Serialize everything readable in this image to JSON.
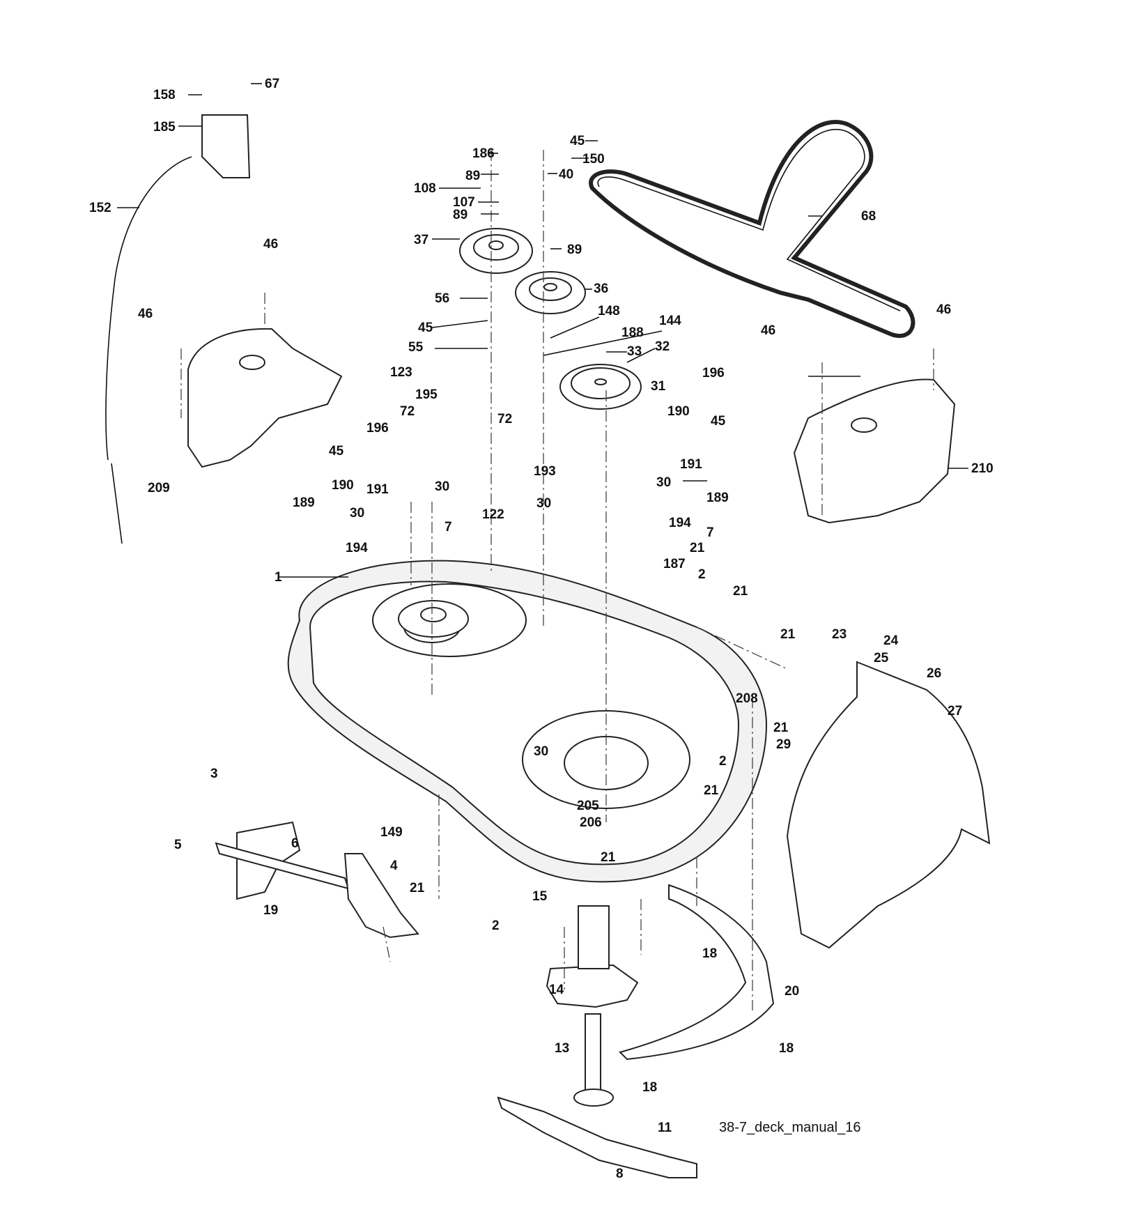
{
  "caption": "38-7_deck_manual_16",
  "callouts": [
    "1",
    "2",
    "3",
    "4",
    "5",
    "6",
    "7",
    "8",
    "11",
    "13",
    "14",
    "15",
    "18",
    "19",
    "20",
    "21",
    "23",
    "24",
    "25",
    "26",
    "27",
    "29",
    "30",
    "31",
    "32",
    "33",
    "36",
    "37",
    "40",
    "45",
    "46",
    "55",
    "56",
    "67",
    "68",
    "72",
    "89",
    "107",
    "108",
    "122",
    "123",
    "144",
    "148",
    "149",
    "150",
    "152",
    "158",
    "185",
    "186",
    "187",
    "188",
    "189",
    "190",
    "191",
    "193",
    "194",
    "195",
    "196",
    "205",
    "206",
    "208",
    "209",
    "210"
  ]
}
